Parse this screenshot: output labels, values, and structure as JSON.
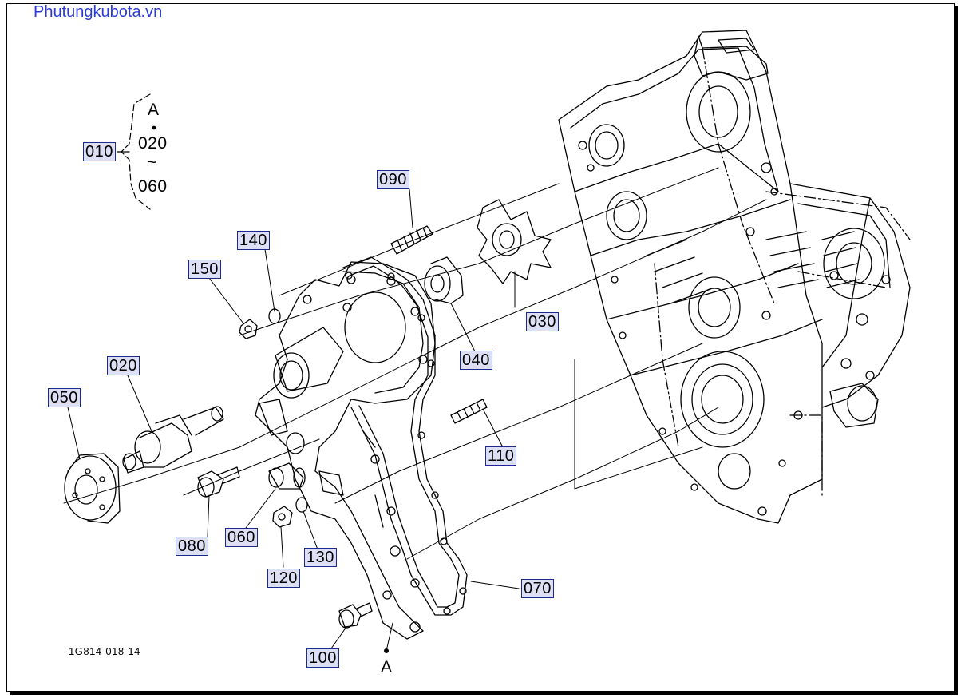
{
  "watermark": "Phutungkubota.vn",
  "drawing_code": "1G814-018-14",
  "group_bracket": {
    "top": "A",
    "mid": "020",
    "tilde": "~",
    "bottom": "060"
  },
  "point_marker": "A",
  "part_labels": {
    "p010": "010",
    "p020": "020",
    "p030": "030",
    "p040": "040",
    "p050": "050",
    "p060": "060",
    "p070": "070",
    "p080": "080",
    "p090": "090",
    "p100": "100",
    "p110": "110",
    "p120": "120",
    "p130": "130",
    "p140": "140",
    "p150": "150"
  },
  "colors": {
    "label_fill": "#dde0f5",
    "label_border": "#1a2a8a",
    "watermark": "#2b3bd6",
    "line": "#000000"
  }
}
